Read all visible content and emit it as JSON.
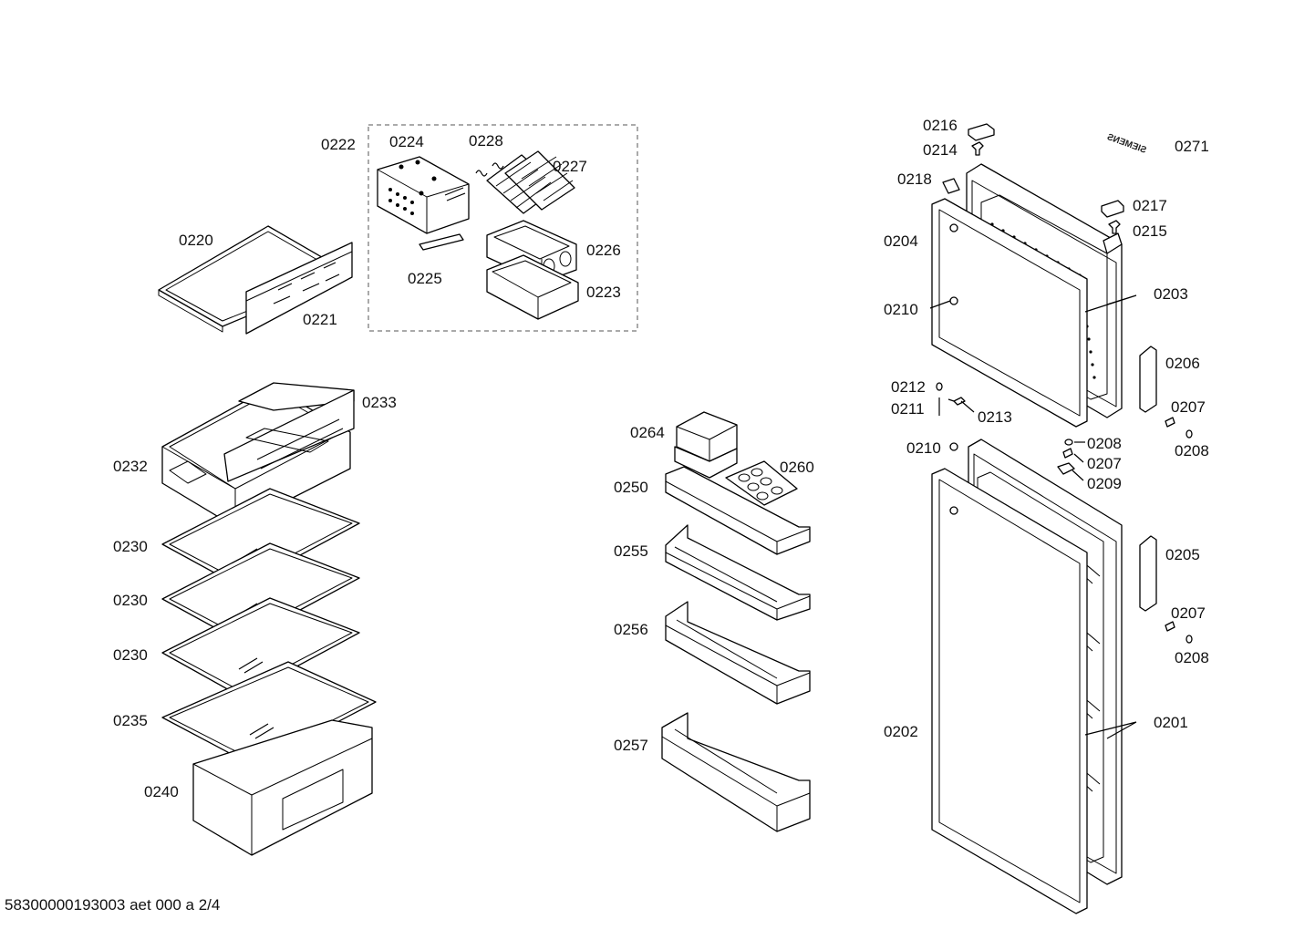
{
  "labels": {
    "l0222": "0222",
    "l0224": "0224",
    "l0228": "0228",
    "l0227": "0227",
    "l0220": "0220",
    "l0226": "0226",
    "l0225": "0225",
    "l0223": "0223",
    "l0221": "0221",
    "l0233": "0233",
    "l0232": "0232",
    "l0230a": "0230",
    "l0230b": "0230",
    "l0230c": "0230",
    "l0235": "0235",
    "l0240": "0240",
    "l0264": "0264",
    "l0260": "0260",
    "l0250": "0250",
    "l0255": "0255",
    "l0256": "0256",
    "l0257": "0257",
    "l0216": "0216",
    "l0214": "0214",
    "l0271": "0271",
    "l0218": "0218",
    "l0217": "0217",
    "l0215": "0215",
    "l0204": "0204",
    "l0203": "0203",
    "l0210a": "0210",
    "l0206": "0206",
    "l0212": "0212",
    "l0211": "0211",
    "l0213": "0213",
    "l0207a": "0207",
    "l0208a": "0208",
    "l0210b": "0210",
    "l0208b": "0208",
    "l0207b": "0207",
    "l0209": "0209",
    "l0205": "0205",
    "l0207c": "0207",
    "l0208c": "0208",
    "l0202": "0202",
    "l0201": "0201"
  },
  "brand_logo": "SIEMENS",
  "footer": "58300000193003 aet 000 a 2/4"
}
